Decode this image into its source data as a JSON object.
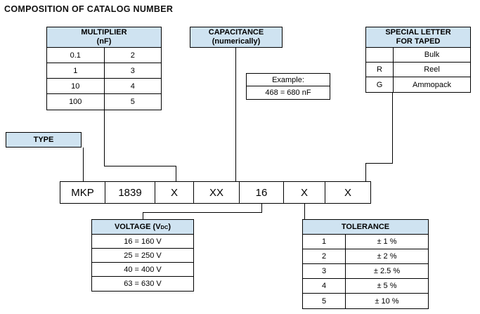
{
  "title": "COMPOSITION OF CATALOG NUMBER",
  "colors": {
    "header_fill": "#cfe3f1",
    "border": "#000000"
  },
  "multiplier": {
    "header_line1": "MULTIPLIER",
    "header_line2": "(nF)",
    "rows": [
      {
        "factor": "0.1",
        "code": "2"
      },
      {
        "factor": "1",
        "code": "3"
      },
      {
        "factor": "10",
        "code": "4"
      },
      {
        "factor": "100",
        "code": "5"
      }
    ]
  },
  "capacitance": {
    "header_line1": "CAPACITANCE",
    "header_line2": "(numerically)"
  },
  "example": {
    "label": "Example:",
    "value": "468 = 680 nF"
  },
  "special_letter": {
    "header_line1": "SPECIAL LETTER",
    "header_line2": "FOR TAPED",
    "rows": [
      {
        "code": "",
        "label": "Bulk"
      },
      {
        "code": "R",
        "label": "Reel"
      },
      {
        "code": "G",
        "label": "Ammopack"
      }
    ]
  },
  "type_box": {
    "label": "TYPE"
  },
  "catalog_row": {
    "cells": [
      "MKP",
      "1839",
      "X",
      "XX",
      "16",
      "X",
      "X"
    ]
  },
  "voltage": {
    "header_main": "VOLTAGE (V",
    "header_sub": "DC",
    "header_close": ")",
    "rows": [
      "16 = 160 V",
      "25 = 250 V",
      "40 = 400 V",
      "63 = 630 V"
    ]
  },
  "tolerance": {
    "header": "TOLERANCE",
    "rows": [
      {
        "code": "1",
        "value": "± 1 %"
      },
      {
        "code": "2",
        "value": "± 2 %"
      },
      {
        "code": "3",
        "value": "± 2.5 %"
      },
      {
        "code": "4",
        "value": "± 5 %"
      },
      {
        "code": "5",
        "value": "± 10 %"
      }
    ]
  }
}
